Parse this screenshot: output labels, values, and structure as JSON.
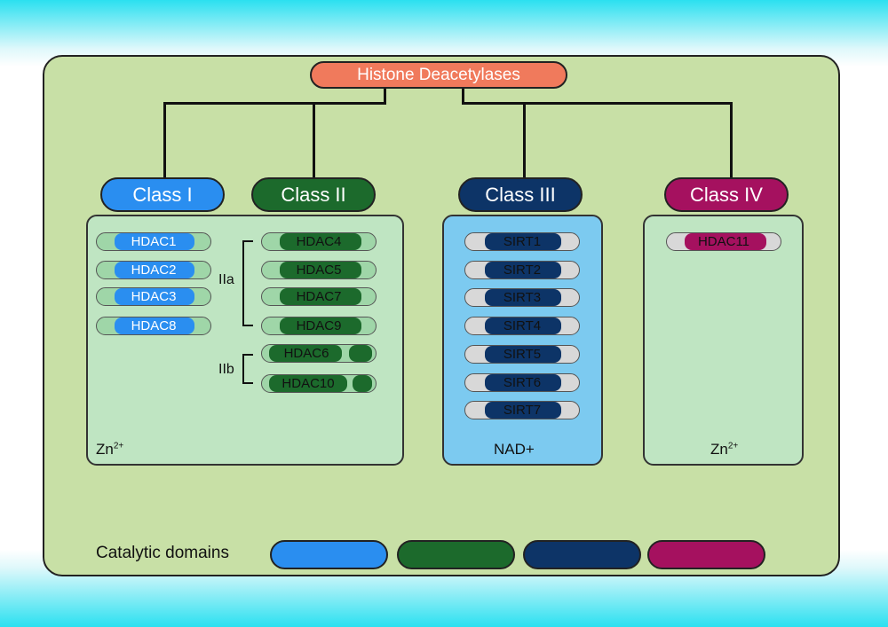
{
  "title": "Histone Deacetylases",
  "colors": {
    "class_i": "#2a8ef0",
    "class_ii": "#1c6a2c",
    "class_iii": "#0d3467",
    "class_iv": "#a5115f",
    "root": "#f07a5c",
    "panel": "#c8e0a6"
  },
  "classes": [
    {
      "label": "Class I"
    },
    {
      "label": "Class II"
    },
    {
      "label": "Class III"
    },
    {
      "label": "Class IV"
    }
  ],
  "class_i_proteins": [
    "HDAC1",
    "HDAC2",
    "HDAC3",
    "HDAC8"
  ],
  "class_ii": {
    "iia_label": "IIa",
    "iib_label": "IIb",
    "iia_proteins": [
      "HDAC4",
      "HDAC5",
      "HDAC7",
      "HDAC9"
    ],
    "iib_proteins": [
      "HDAC6",
      "HDAC10"
    ]
  },
  "class_iii_proteins": [
    "SIRT1",
    "SIRT2",
    "SIRT3",
    "SIRT4",
    "SIRT5",
    "SIRT6",
    "SIRT7"
  ],
  "class_iv_proteins": [
    "HDAC11"
  ],
  "cofactors": {
    "zn_base": "Zn",
    "zn_charge": "2+",
    "nad": "NAD+"
  },
  "legend": {
    "label": "Catalytic domains"
  }
}
